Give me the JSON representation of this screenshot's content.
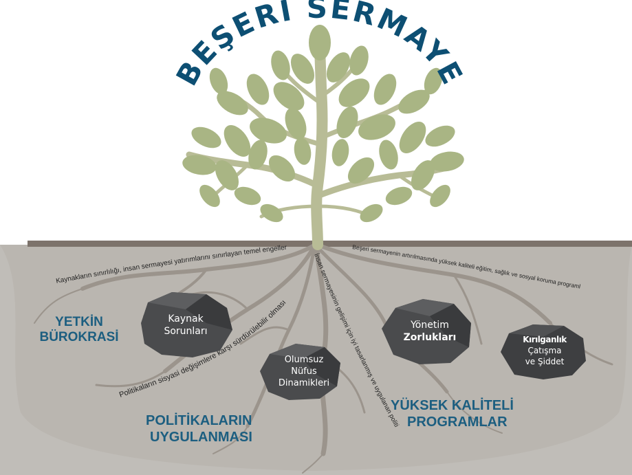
{
  "title": "BEŞERİ SERMAYE",
  "root_labels": {
    "left_top": "Kaynakların sınırlılığı, insan sermayesi yatırımlarını sınırlayan temel engeller",
    "left_diag": "Politikaların sisyasi değişimlere karşı sürdürülebilir olması",
    "center": "İnsan sermayesinin gelişimi için iyi tasarlanmış ve uygulanan politikalar",
    "right_top": "Beşeri sermayenin artırılmasında yüksek kaliteli eğitim, sağlık ve sosyal koruma programları"
  },
  "rocks": {
    "kaynak": [
      "Kaynak",
      "Sorunları"
    ],
    "olumsuz": [
      "Olumsuz",
      "Nüfus",
      "Dinamikleri"
    ],
    "yonetim": [
      "Yönetim",
      "Zorlukları"
    ],
    "kirilganlik": [
      "Kırılganlık",
      "Çatışma",
      "ve Şiddet"
    ]
  },
  "pillars": {
    "yetkin": [
      "YETKİN",
      "BÜROKRASİ"
    ],
    "politikalarin": [
      "POLİTİKALARIN",
      "UYGULANMASI"
    ],
    "yuksek": [
      "YÜKSEK KALİTELİ",
      "PROGRAMLAR"
    ]
  },
  "colors": {
    "title": "#0d4f73",
    "pillar": "#1c5e80",
    "soil": "#bdbab5",
    "ground_line": "#7d736b",
    "leaf": "#a9b584",
    "trunk": "#b8bc96",
    "rock": "#4a4b4d",
    "root": "#9d958d"
  }
}
